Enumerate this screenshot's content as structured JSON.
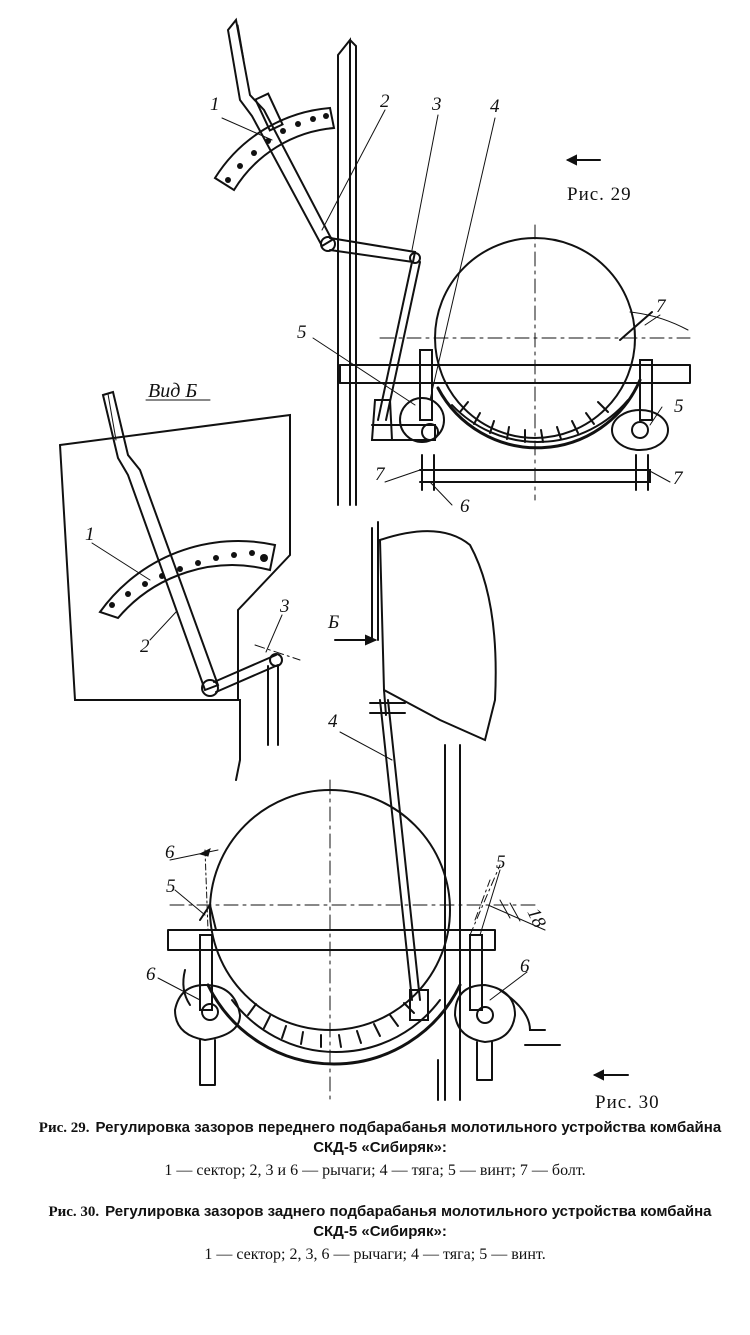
{
  "fig29": {
    "label": "Рис. 29",
    "callouts": [
      "1",
      "2",
      "3",
      "4",
      "5",
      "5",
      "7",
      "7",
      "7",
      "6"
    ]
  },
  "view_b": {
    "label": "Вид Б",
    "callouts": [
      "1",
      "2",
      "3"
    ]
  },
  "fig30": {
    "label": "Рис. 30",
    "callouts": [
      "Б",
      "4",
      "5",
      "5",
      "6",
      "6"
    ],
    "dimensions": [
      "6",
      "18"
    ]
  },
  "captions": [
    {
      "fig": "Рис. 29.",
      "title": "Регулировка зазоров переднего подбарабанья молотильного устройства комбайна СКД-5 «Сибиряк»:",
      "legend": "1 — сектор; 2, 3 и 6 — рычаги; 4 — тяга; 5 — винт; 7 — болт."
    },
    {
      "fig": "Рис. 30.",
      "title": "Регулировка зазоров заднего подбарабанья молотильного устройства комбайна СКД-5 «Сибиряк»:",
      "legend": "1 — сектор; 2, 3, 6 — рычаги; 4 — тяга; 5 — винт."
    }
  ]
}
